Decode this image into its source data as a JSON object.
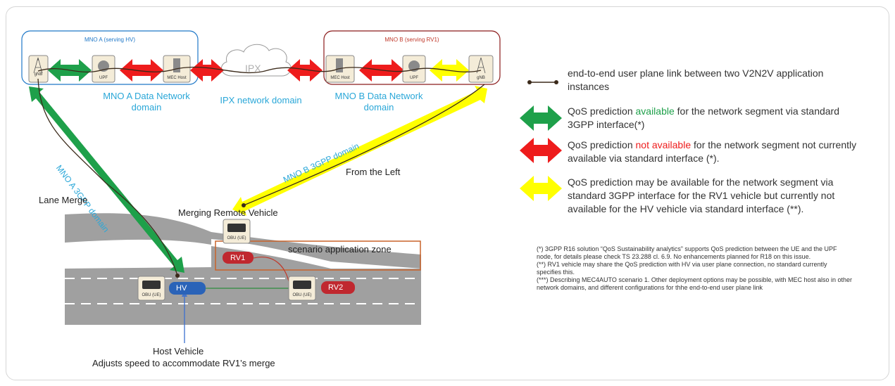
{
  "boxes": {
    "mno_a": {
      "title": "MNO A (serving HV)",
      "color": "#1f78c8"
    },
    "mno_b": {
      "title": "MNO B (serving RV1)",
      "color": "#c0392b"
    }
  },
  "nodes": {
    "gnb": "gNB",
    "upf": "UPF",
    "mec_host": "MEC Host",
    "ipx": "IPX",
    "obu": "OBU (UE)"
  },
  "domains": {
    "mno_a_data": "MNO A Data Network domain",
    "ipx": "IPX network domain",
    "mno_b_data": "MNO B Data Network domain",
    "mno_a_3gpp": "MNO A 3GPP domain",
    "mno_b_3gpp": "MNO B 3GPP domain"
  },
  "scene": {
    "from_left": "From the Left",
    "lane_merge": "Lane Merge",
    "merging_remote_vehicle": "Merging Remote Vehicle",
    "scenario_zone": "scenario application zone",
    "host_vehicle": "Host Vehicle",
    "host_vehicle_desc": "Adjusts speed to accommodate RV1’s merge",
    "hv": "HV",
    "rv1": "RV1",
    "rv2": "RV2"
  },
  "legend": {
    "link": "end-to-end user plane link between two V2N2V application instances",
    "green_pre": "QoS prediction ",
    "green_hl": "available",
    "green_post": " for the network segment via standard 3GPP interface(*)",
    "red_pre": "QoS prediction ",
    "red_hl": "not available",
    "red_post": " for the network segment not currently available via standard interface (*).",
    "yellow": "QoS prediction may be available for the network segment via standard 3GPP interface for the RV1 vehicle but currently not available for the HV vehicle via standard interface (**)."
  },
  "notes": [
    "(*) 3GPP R16 solution “QoS Sustainability analytics” supports QoS prediction between the UE and the UPF node, for details please check TS 23.288 cl. 6.9. No enhancements planned for R18 on this issue.",
    "(**) RV1 vehicle may share the QoS prediction with HV via user plane connection, no standard currently specifies this.",
    "(***) Describing MEC4AUTO scenario 1. Other deployment options may be possible, with MEC host also in other network domains, and different configurations for thhe end-to-end user plane link"
  ],
  "colors": {
    "green": "#1ea04a",
    "red": "#ee1c1c",
    "yellow": "#ffff00",
    "link": "#3b2a1a",
    "domain_text": "#2aa7d8",
    "road": "#9c9c9c"
  }
}
